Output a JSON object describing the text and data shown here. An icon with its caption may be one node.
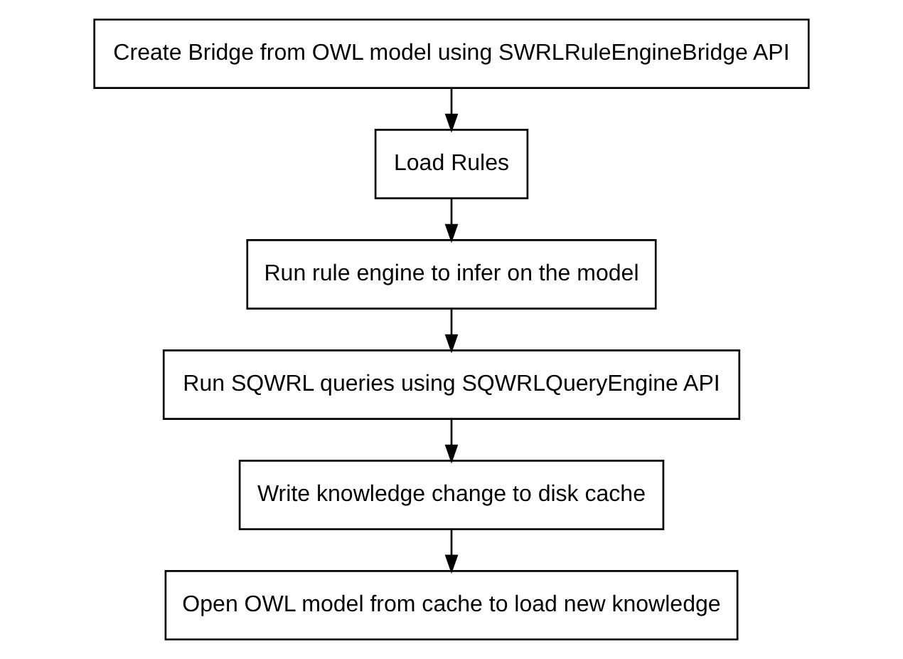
{
  "diagram": {
    "nodes": [
      {
        "text": [
          "Create Bridge from OWL model using SWRLRuleEngineBridge API"
        ]
      },
      {
        "text": [
          "Load Rules"
        ]
      },
      {
        "text": [
          "Run rule engine to infer on the model"
        ]
      },
      {
        "text": [
          "Run SQWRL queries using SQWRLQueryEngine API"
        ]
      },
      {
        "text": [
          "Write knowledge change to disk cache"
        ]
      },
      {
        "text": [
          "Open OWL model from cache to load new knowledge"
        ]
      }
    ],
    "edges": [
      {
        "from": 0,
        "to": 1,
        "arrow": "to"
      },
      {
        "from": 1,
        "to": 2,
        "arrow": "to"
      },
      {
        "from": 2,
        "to": 3,
        "arrow": "to"
      },
      {
        "from": 3,
        "to": 4,
        "arrow": "to"
      },
      {
        "from": 4,
        "to": 5,
        "arrow": "to"
      }
    ]
  }
}
